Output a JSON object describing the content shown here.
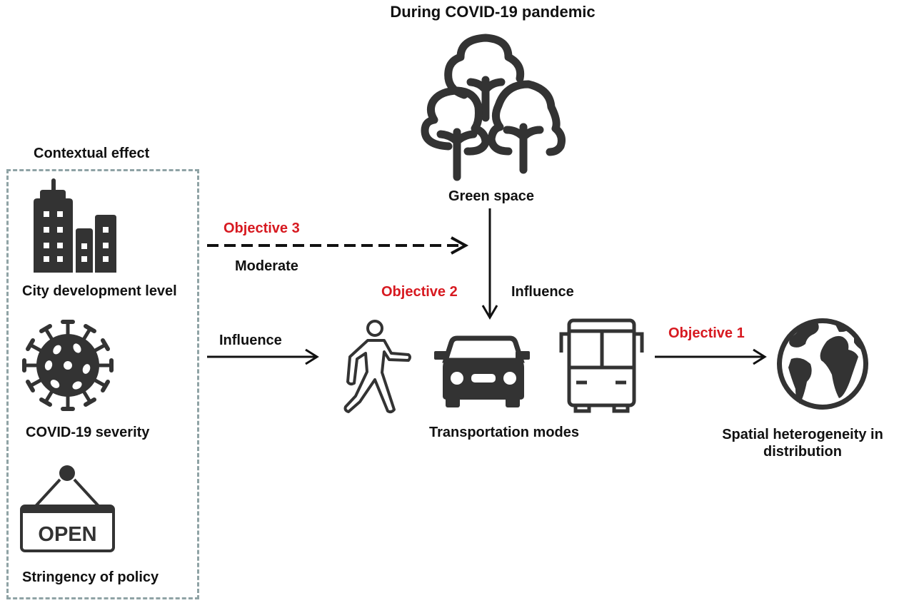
{
  "title": "During COVID-19 pandemic",
  "contextual": {
    "heading": "Contextual effect",
    "items": [
      {
        "label": "City development level",
        "icon": "city-buildings-icon"
      },
      {
        "label": "COVID-19 severity",
        "icon": "virus-icon"
      },
      {
        "label": "Stringency of policy",
        "icon": "open-sign-icon",
        "sign_text": "OPEN"
      }
    ]
  },
  "green_space": {
    "label": "Green space",
    "icon": "trees-icon"
  },
  "transport": {
    "label": "Transportation modes",
    "modes": [
      "walking",
      "car",
      "bus"
    ]
  },
  "outcome": {
    "label_line1": "Spatial heterogeneity in",
    "label_line2": "distribution",
    "icon": "globe-icon"
  },
  "arrows": {
    "objective3": {
      "label": "Objective 3",
      "sublabel": "Moderate",
      "style": "dashed"
    },
    "objective2": {
      "label": "Objective 2",
      "sublabel": "Influence",
      "style": "solid"
    },
    "context_to_transport": {
      "label": "Influence",
      "style": "solid"
    },
    "objective1": {
      "label": "Objective 1",
      "style": "solid"
    }
  },
  "colors": {
    "icon": "#333333",
    "objective": "#d71920",
    "box_border": "#8fa3a5",
    "text": "#111111"
  }
}
